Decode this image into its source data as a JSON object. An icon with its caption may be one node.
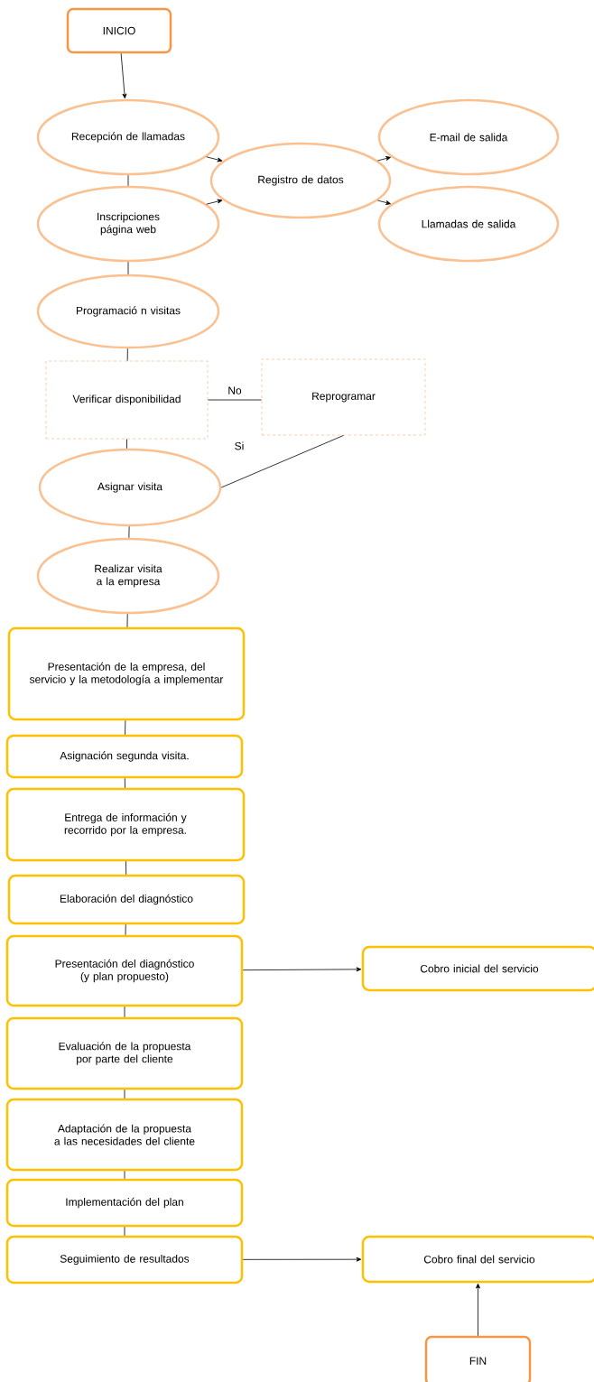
{
  "diagram": {
    "nodes": [
      {
        "text": [
          "INICIO"
        ]
      },
      {
        "text": [
          "Recepción de llamadas"
        ]
      },
      {
        "text": [
          "Inscripciones página web"
        ]
      },
      {
        "text": [
          "Registro de datos"
        ]
      },
      {
        "text": [
          "E-mail de salida"
        ]
      },
      {
        "text": [
          "Llamadas de salida"
        ]
      },
      {
        "text": [
          "Programació n visitas"
        ]
      },
      {
        "text": [
          "Verificar disponibilidad"
        ]
      },
      {
        "text": [
          "Reprogramar"
        ]
      },
      {
        "text": [
          "Asignar visita"
        ]
      },
      {
        "text": [
          "Realizar visita a la empresa"
        ]
      },
      {
        "text": [
          "Presentación de la empresa, del servicio y la metodología a implementar"
        ]
      },
      {
        "text": [
          "Asignación segunda visita."
        ]
      },
      {
        "text": [
          "Entrega de información y recorrido por la empresa."
        ]
      },
      {
        "text": [
          "Elaboración del diagnóstico"
        ]
      },
      {
        "text": [
          "Presentación del diagnóstico (y plan propuesto)"
        ]
      },
      {
        "text": [
          "Cobro inicial del servicio"
        ]
      },
      {
        "text": [
          "Evaluación de la propuesta por parte del cliente"
        ]
      },
      {
        "text": [
          "Adaptación de la propuesta a las necesidades del cliente"
        ]
      },
      {
        "text": [
          "Implementación del plan"
        ]
      },
      {
        "text": [
          "Seguimiento de resultados"
        ]
      },
      {
        "text": [
          "Cobro final del servicio"
        ]
      },
      {
        "text": [
          "FIN"
        ]
      }
    ],
    "edges": [
      {
        "from": 0,
        "to": 1,
        "arrow": "to"
      },
      {
        "from": 1,
        "to": 2,
        "arrow": "none"
      },
      {
        "from": 1,
        "to": 3,
        "arrow": "to"
      },
      {
        "from": 2,
        "to": 3,
        "arrow": "to"
      },
      {
        "from": 3,
        "to": 4,
        "arrow": "to"
      },
      {
        "from": 3,
        "to": 5,
        "arrow": "to"
      },
      {
        "from": 2,
        "to": 6,
        "arrow": "none"
      },
      {
        "from": 6,
        "to": 7,
        "arrow": "none"
      },
      {
        "from": 7,
        "to": 8,
        "arrow": "none",
        "label": "No"
      },
      {
        "from": 7,
        "to": 9,
        "arrow": "none"
      },
      {
        "from": 8,
        "to": 9,
        "arrow": "none"
      },
      {
        "from": 9,
        "to": 10,
        "arrow": "none"
      },
      {
        "from": 10,
        "to": 11,
        "arrow": "none"
      },
      {
        "from": 11,
        "to": 12,
        "arrow": "none"
      },
      {
        "from": 12,
        "to": 13,
        "arrow": "none"
      },
      {
        "from": 13,
        "to": 14,
        "arrow": "none"
      },
      {
        "from": 14,
        "to": 15,
        "arrow": "none"
      },
      {
        "from": 15,
        "to": 16,
        "arrow": "to"
      },
      {
        "from": 15,
        "to": 17,
        "arrow": "none"
      },
      {
        "from": 17,
        "to": 18,
        "arrow": "none"
      },
      {
        "from": 18,
        "to": 19,
        "arrow": "none"
      },
      {
        "from": 19,
        "to": 20,
        "arrow": "none"
      },
      {
        "from": 20,
        "to": 21,
        "arrow": "to"
      },
      {
        "from": 22,
        "to": 21,
        "arrow": "to"
      }
    ],
    "labels": [
      "Si"
    ]
  }
}
